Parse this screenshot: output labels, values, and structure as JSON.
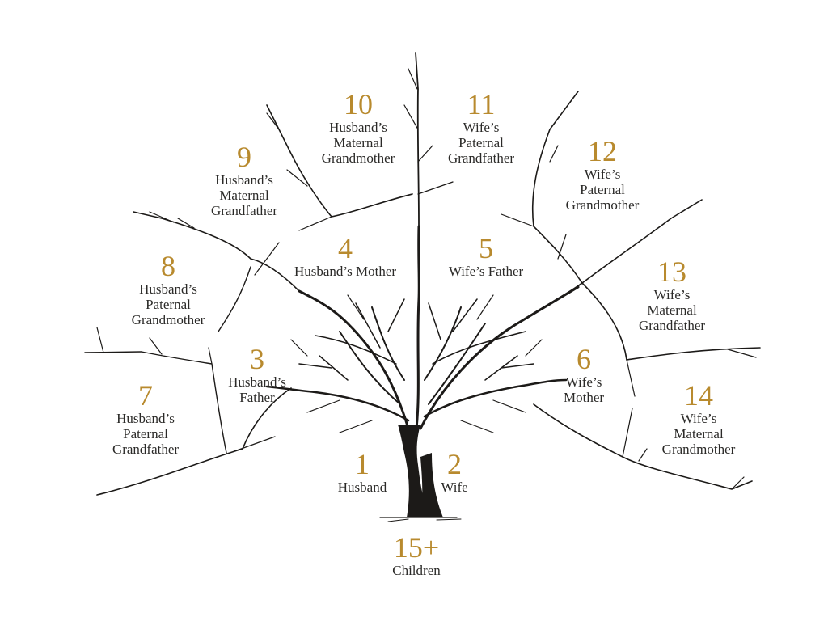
{
  "diagram": {
    "type": "family-tree-ancestry",
    "accent_color": "#b88a2e",
    "text_color": "#2b2a28",
    "nodes": [
      {
        "id": 1,
        "number": "1",
        "label": [
          "Husband"
        ]
      },
      {
        "id": 2,
        "number": "2",
        "label": [
          "Wife"
        ]
      },
      {
        "id": 3,
        "number": "3",
        "label": [
          "Husband’s",
          "Father"
        ]
      },
      {
        "id": 4,
        "number": "4",
        "label": [
          "Husband’s Mother"
        ]
      },
      {
        "id": 5,
        "number": "5",
        "label": [
          "Wife’s Father"
        ]
      },
      {
        "id": 6,
        "number": "6",
        "label": [
          "Wife’s",
          "Mother"
        ]
      },
      {
        "id": 7,
        "number": "7",
        "label": [
          "Husband’s",
          "Paternal",
          "Grandfather"
        ]
      },
      {
        "id": 8,
        "number": "8",
        "label": [
          "Husband’s",
          "Paternal",
          "Grandmother"
        ]
      },
      {
        "id": 9,
        "number": "9",
        "label": [
          "Husband’s",
          "Maternal",
          "Grandfather"
        ]
      },
      {
        "id": 10,
        "number": "10",
        "label": [
          "Husband’s",
          "Maternal",
          "Grandmother"
        ]
      },
      {
        "id": 11,
        "number": "11",
        "label": [
          "Wife’s",
          "Paternal",
          "Grandfather"
        ]
      },
      {
        "id": 12,
        "number": "12",
        "label": [
          "Wife’s",
          "Paternal",
          "Grandmother"
        ]
      },
      {
        "id": 13,
        "number": "13",
        "label": [
          "Wife’s",
          "Maternal",
          "Grandfather"
        ]
      },
      {
        "id": 14,
        "number": "14",
        "label": [
          "Wife’s",
          "Maternal",
          "Grandmother"
        ]
      },
      {
        "id": 15,
        "number": "15+",
        "label": [
          "Children"
        ]
      }
    ]
  }
}
